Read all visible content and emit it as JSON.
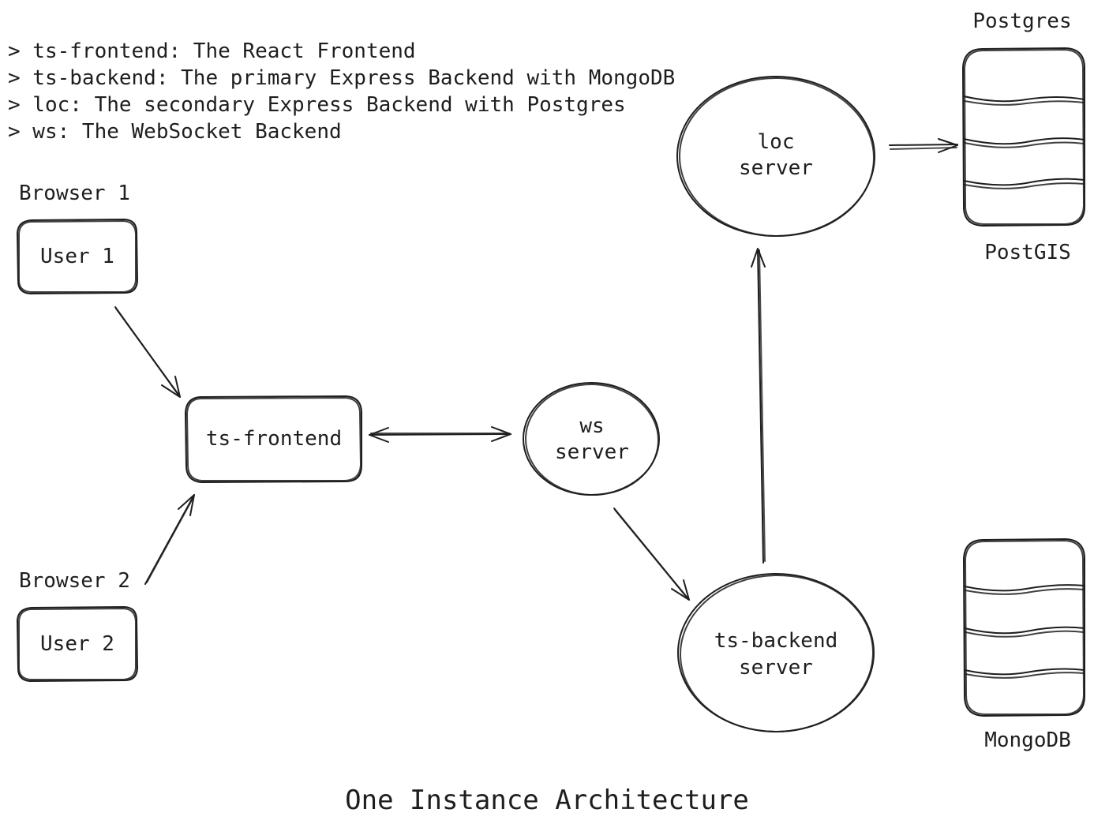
{
  "legend": [
    "> ts-frontend: The React Frontend",
    "> ts-backend: The primary Express Backend with MongoDB",
    "> loc: The secondary Express Backend with Postgres",
    "> ws: The WebSocket Backend"
  ],
  "nodes": {
    "browser1_label": "Browser 1",
    "user1": "User 1",
    "browser2_label": "Browser 2",
    "user2": "User 2",
    "frontend": "ts-frontend",
    "ws_line1": "ws",
    "ws_line2": "server",
    "loc_line1": "loc",
    "loc_line2": "server",
    "backend_line1": "ts-backend",
    "backend_line2": "server",
    "postgres_top": "Postgres",
    "postgres_bottom": "PostGIS",
    "mongodb": "MongoDB"
  },
  "title": "One Instance Architecture",
  "colors": {
    "stroke": "#1e1e1e",
    "background": "#ffffff"
  }
}
